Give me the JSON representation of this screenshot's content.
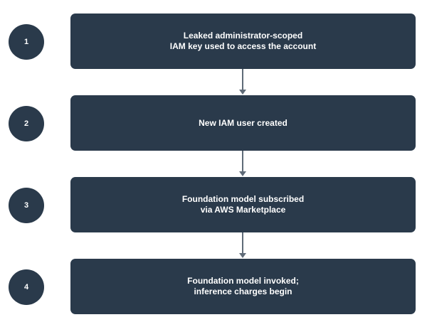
{
  "steps": [
    {
      "number": "1",
      "lines": [
        "Leaked administrator-scoped",
        "IAM key used to access the account"
      ]
    },
    {
      "number": "2",
      "lines": [
        "New IAM user created"
      ]
    },
    {
      "number": "3",
      "lines": [
        "Foundation model subscribed",
        "via AWS Marketplace"
      ]
    },
    {
      "number": "4",
      "lines": [
        "Foundation model invoked;",
        "inference charges begin"
      ]
    }
  ],
  "colors": {
    "node_fill": "#2a3a4b",
    "node_text": "#ffffff",
    "connector": "#5f6b78",
    "background": "#ffffff"
  }
}
